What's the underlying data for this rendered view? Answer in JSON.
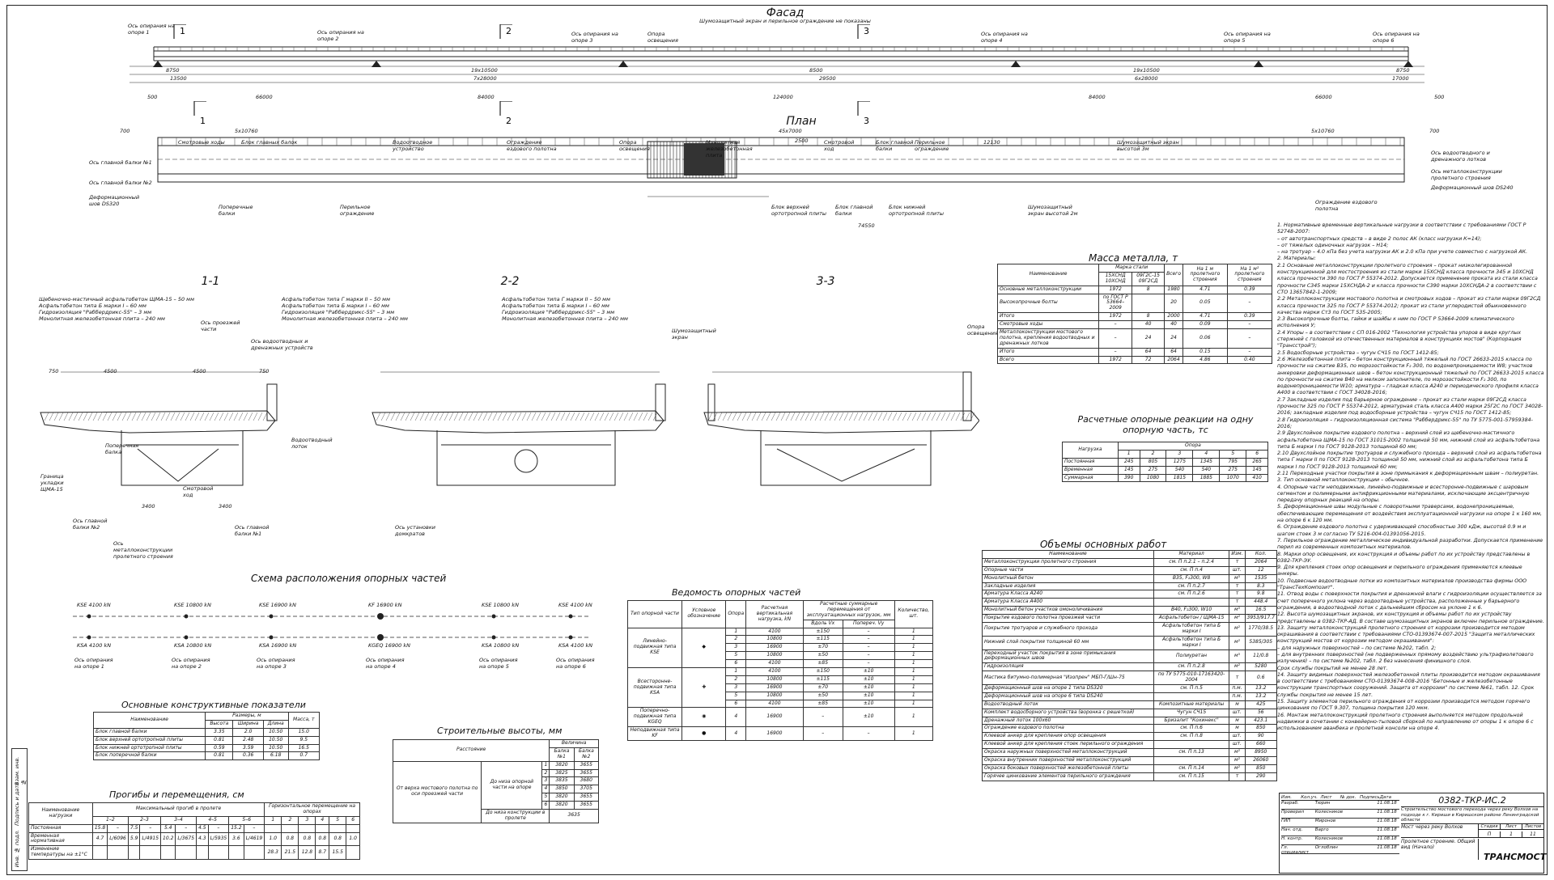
{
  "facade": {
    "title": "Фасад",
    "subtitle": "Шумозащитный экран и перильное ограждение не показаны",
    "support_labels": [
      "Ось опирания на опоре 1",
      "Ось опирания на опоре 2",
      "Ось опирания на опоре 3",
      "Ось опирания на опоре 4",
      "Ось опирания на опоре 5",
      "Ось опирания на опоре 6"
    ],
    "lighting_label": "Опора освещения",
    "dims_row1": [
      "8750",
      "19x10500",
      "8500",
      "19x10500",
      "8750"
    ],
    "dims_row2": [
      "13500",
      "7x28000",
      "29500",
      "6x28000",
      "17000"
    ],
    "dims_row3": [
      "500",
      "66000",
      "84000",
      "124000",
      "84000",
      "66000",
      "500"
    ]
  },
  "plan": {
    "title": "План",
    "dims_top": [
      "700",
      "5x10760",
      "45x7000",
      "2500",
      "12130",
      "5x10760",
      "700"
    ],
    "top_labels": [
      "Смотровые ходы",
      "Блок главных балок",
      "Водоотводное устройство",
      "Ограждение ездового полотна",
      "Опора освещения",
      "Монолитная железобетонная плита",
      "Смотровой ход",
      "Блок главной балки",
      "Перильное ограждение",
      "Шумозащитный экран высотой 3м"
    ],
    "bottom_labels": [
      "Поперечные балки",
      "Перильное ограждение",
      "Блок верхней ортотропной плиты",
      "Блок главной балки",
      "Блок нижней ортотропной плиты",
      "Шумозащитный экран высотой 2м",
      "Ограждение ездового полотна"
    ],
    "left_labels": [
      "Ось главной балки №1",
      "Ось главной балки №2",
      "Деформационный шов DS320"
    ],
    "right_labels": [
      "Ось водоотводного и дренажного лотков",
      "Ось металлоконструкции пролетного строения",
      "Деформационный шов DS240"
    ],
    "total_dim": "74550"
  },
  "sections": {
    "s11": "1-1",
    "s22": "2-2",
    "s33": "3-3",
    "s11_layers": [
      "Щебеночно-мастичный асфальтобетон ЩМА-15 – 50 мм",
      "Асфальтобетон типа Б марки I – 60 мм",
      "Гидроизоляция \"Раббердрикс-55\" – 3 мм",
      "Монолитная железобетонная плита – 240 мм"
    ],
    "s22_layers": [
      "Асфальтобетон типа Г марки II – 50 мм",
      "Асфальтобетон типа Б марки I – 60 мм",
      "Гидроизоляция \"Раббердрикс-55\" – 3 мм",
      "Монолитная железобетонная плита – 240 мм"
    ],
    "s22_layers_right": [
      "Асфальтобетон типа Г марки II – 50 мм",
      "Асфальтобетон типа Б марки I – 60 мм",
      "Гидроизоляция \"Раббердрикс-55\" – 3 мм",
      "Монолитная железобетонная плита – 240 мм"
    ],
    "dims": [
      "750",
      "4500",
      "4500",
      "750",
      "3400",
      "3400"
    ],
    "labels": [
      "Ось проезжей части",
      "Ось водоотводных и дренажных устройств",
      "Смотровой ход",
      "Поперечная балка",
      "Граница укладки ЩМА-15",
      "Ось главной балки №1",
      "Ось главной балки №2",
      "Водоотводный лоток",
      "Ось металлоконструкции пролетного строения",
      "Ось установки домкратов",
      "Шумозащитный экран",
      "Опора освещения"
    ]
  },
  "metal_mass": {
    "title": "Масса металла, т",
    "headers": [
      "Наименование",
      "Марка стали",
      "15ХСНД 10ХСНД",
      "09Г2С-15 09Г2СД",
      "Всего",
      "На 1 м пролетного строения",
      "На 1 м² пролетного строения"
    ],
    "rows": [
      [
        "Основные металлоконструкции",
        "1972",
        "8",
        "1980",
        "4.71",
        "0.39"
      ],
      [
        "Высокопрочные болты",
        "по ГОСТ Р 53664–2009",
        "",
        "20",
        "0.05",
        "–"
      ],
      [
        "Итого",
        "1972",
        "8",
        "2000",
        "4.71",
        "0.39"
      ],
      [
        "Смотровые ходы",
        "–",
        "40",
        "40",
        "0.09",
        "–"
      ],
      [
        "Металлоконструкции мостового полотна, крепления водоотводных и дренажных лотков",
        "–",
        "24",
        "24",
        "0.06",
        "–"
      ],
      [
        "Итого",
        "–",
        "64",
        "64",
        "0.15",
        "–"
      ],
      [
        "Всего",
        "1972",
        "72",
        "2064",
        "4.86",
        "0.40"
      ]
    ]
  },
  "reactions": {
    "title": "Расчетные опорные реакции на одну опорную часть, тс",
    "headers": [
      "Нагрузка",
      "Опора",
      "1",
      "2",
      "3",
      "4",
      "5",
      "6"
    ],
    "rows": [
      [
        "Постоянная",
        "245",
        "805",
        "1275",
        "1345",
        "795",
        "265"
      ],
      [
        "Временная",
        "145",
        "275",
        "540",
        "540",
        "275",
        "145"
      ],
      [
        "Суммарная",
        "390",
        "1080",
        "1815",
        "1885",
        "1070",
        "410"
      ]
    ]
  },
  "scheme": {
    "title": "Схема расположения опорных частей",
    "top": [
      "KSE 4100 kN",
      "KSE 10800 kN",
      "KSE 16900 kN",
      "KF 16900 kN",
      "KSE 10800 kN",
      "KSE 4100 kN"
    ],
    "bottom": [
      "KSA 4100 kN",
      "KSA 10800 kN",
      "KSA 16900 kN",
      "KGEQ 16900 kN",
      "KSA 10800 kN",
      "KSA 4100 kN"
    ],
    "supports": [
      "Ось опирания на опоре 1",
      "Ось опирания на опоре 2",
      "Ось опирания на опоре 3",
      "Ось опирания на опоре 4",
      "Ось опирания на опоре 5",
      "Ось опирания на опоре 6"
    ]
  },
  "main_indicators": {
    "title": "Основные конструктивные показатели",
    "headers": [
      "Наименование",
      "Размеры, м",
      "Высота",
      "Ширина",
      "Длина",
      "Масса, т"
    ],
    "rows": [
      [
        "Блок главной балки",
        "3.35",
        "2.0",
        "10.50",
        "15.0"
      ],
      [
        "Блок верхней ортотропной плиты",
        "0.81",
        "2.48",
        "10.50",
        "9.5"
      ],
      [
        "Блок нижней ортотропной плиты",
        "0.59",
        "3.59",
        "10.50",
        "16.5"
      ],
      [
        "Блок поперечной балки",
        "0.81",
        "0.36",
        "6.18",
        "0.7"
      ]
    ]
  },
  "deflections": {
    "title": "Прогибы и перемещения, см",
    "headers": [
      "Наименование нагрузки",
      "Максимальный прогиб в пролете",
      "1–2",
      "2–3",
      "3–4",
      "4–5",
      "5–6",
      "Горизонтальное перемещение на опорах",
      "1",
      "2",
      "3",
      "4",
      "5",
      "6"
    ],
    "rows": [
      [
        "Постоянная",
        "15.8",
        "–",
        "7.5",
        "–",
        "5.4",
        "–",
        "4.5",
        "–",
        "15.2",
        "–",
        "",
        "",
        "",
        "",
        "",
        ""
      ],
      [
        "Временная нормативная",
        "4.7",
        "L/6096",
        "5.9",
        "L/4915",
        "10.2",
        "L/3675",
        "4.3",
        "L/5935",
        "3.6",
        "L/4619",
        "1.0",
        "0.8",
        "0.8",
        "0.8",
        "0.8",
        "1.0"
      ],
      [
        "Изменение температуры на ±1°C",
        "",
        "",
        "",
        "",
        "",
        "",
        "",
        "",
        "",
        "",
        "28.3",
        "21.5",
        "12.8",
        "8.7",
        "15.5",
        ""
      ]
    ]
  },
  "bearings": {
    "title": "Ведомость опорных частей",
    "headers": [
      "Тип опорной части",
      "Условное обозначение",
      "Опора",
      "Расчетная вертикальная нагрузка, kN",
      "Расчетные суммарные перемещения от эксплуатационных нагрузок, мм",
      "Вдоль Vx",
      "Попереч. Vy",
      "Количество, шт."
    ],
    "groups": [
      {
        "type": "Линейно-подвижная типа KSE",
        "rows": [
          [
            "1",
            "4100",
            "±150",
            "–",
            "1"
          ],
          [
            "2",
            "10800",
            "±115",
            "–",
            "1"
          ],
          [
            "3",
            "16900",
            "±70",
            "–",
            "1"
          ],
          [
            "5",
            "10800",
            "±50",
            "–",
            "1"
          ],
          [
            "6",
            "4100",
            "±85",
            "–",
            "1"
          ]
        ]
      },
      {
        "type": "Всесторонне-подвижная типа KSA",
        "rows": [
          [
            "1",
            "4100",
            "±150",
            "±10",
            "1"
          ],
          [
            "2",
            "10800",
            "±115",
            "±10",
            "1"
          ],
          [
            "3",
            "16900",
            "±70",
            "±10",
            "1"
          ],
          [
            "5",
            "10800",
            "±50",
            "±10",
            "1"
          ],
          [
            "6",
            "4100",
            "±85",
            "±10",
            "1"
          ]
        ]
      },
      {
        "type": "Поперечно-подвижная типа KGEQ",
        "rows": [
          [
            "4",
            "16900",
            "–",
            "±10",
            "1"
          ]
        ]
      },
      {
        "type": "Неподвижная типа KF",
        "rows": [
          [
            "4",
            "16900",
            "–",
            "–",
            "1"
          ]
        ]
      }
    ]
  },
  "heights": {
    "title": "Строительные высоты, мм",
    "headers": [
      "Расстояние",
      "Величина",
      "Балка №1",
      "Балка №2"
    ],
    "left": "От верха мостового полотна по оси проезжей части",
    "mid": "До низа опорной части на опоре",
    "bottom": "До низа конструкции в пролете",
    "rows": [
      [
        "1",
        "3820",
        "3655"
      ],
      [
        "2",
        "3825",
        "3655"
      ],
      [
        "3",
        "3835",
        "3680"
      ],
      [
        "4",
        "3850",
        "3705"
      ],
      [
        "5",
        "3820",
        "3655"
      ],
      [
        "6",
        "3820",
        "3655"
      ]
    ],
    "last": "3635"
  },
  "works": {
    "title": "Объемы основных работ",
    "headers": [
      "Наименование",
      "Материал",
      "Изм.",
      "Кол."
    ],
    "rows": [
      [
        "Металлоконструкции пролетного строения",
        "см. П п.2.1 – п.2.4",
        "т",
        "2064"
      ],
      [
        "Опорные части",
        "см. П п.4",
        "шт.",
        "12"
      ],
      [
        "Монолитный бетон",
        "В35, F₂300, W8",
        "м³",
        "1535"
      ],
      [
        "Закладные изделия",
        "см. П п.2.7",
        "т",
        "8.3"
      ],
      [
        "Арматура Класса А240",
        "см. П п.2.6",
        "т",
        "9.8"
      ],
      [
        "Арматура Класса А400",
        "",
        "т",
        "448.4"
      ],
      [
        "Монолитный бетон участков омоноличивания",
        "В40, F₂300, W10",
        "м³",
        "16.5"
      ],
      [
        "Покрытие ездового полотна проезжей части",
        "Асфальтобетон / ЩМА-15",
        "м²",
        "3953/917.7"
      ],
      [
        "Покрытие тротуаров и служебного прохода",
        "Асфальтобетон типа Б марки I",
        "м²",
        "1770/38.5"
      ],
      [
        "Нижний слой покрытия толщиной 60 мм",
        "Асфальтобетон типа Б марки I",
        "м²",
        "5385/305"
      ],
      [
        "Переходный участок покрытия в зоне примыкания деформационных швов",
        "Полиуретан",
        "м³",
        "11/0.8"
      ],
      [
        "Гидроизоляция",
        "см. П п.2.8",
        "м²",
        "5280"
      ],
      [
        "Мастика битумно-полимерная \"Изопрен\" МБП-Г/Шн-75",
        "по ТУ 5775-010-17163420-2004",
        "т",
        "0.6"
      ],
      [
        "Деформационный шов на опоре 1 типа DS320",
        "см. П п.5",
        "п.м.",
        "13.2"
      ],
      [
        "Деформационный шов на опоре 6 типа DS240",
        "",
        "п.м.",
        "13.2"
      ],
      [
        "Водоотводный лоток",
        "Композитные материалы",
        "м",
        "425"
      ],
      [
        "Комплект водосборного устройства (воронка с решеткой)",
        "Чугун СЧ15",
        "шт.",
        "56"
      ],
      [
        "Дренажный лоток 100х60",
        "Бризалит \"Кохинекс\"",
        "м",
        "423.1"
      ],
      [
        "Ограждение ездового полотна",
        "см. П п.6",
        "м",
        "850"
      ],
      [
        "Клеевой анкер для крепления опор освещения",
        "см. П п.8",
        "шт.",
        "90"
      ],
      [
        "Клеевой анкер для крепления стоек перильного ограждения",
        "",
        "шт.",
        "660"
      ],
      [
        "Окраска наружных поверхностей металлоконструкций",
        "см. П п.13",
        "м²",
        "8950"
      ],
      [
        "Окраска внутренних поверхностей металлоконструкций",
        "",
        "м²",
        "26060"
      ],
      [
        "Окраска боковых поверхностей железобетонной плиты",
        "см. П п.14",
        "м²",
        "850"
      ],
      [
        "Горячее цинкование элементов перильного ограждения",
        "см. П п.15",
        "т",
        "290"
      ]
    ]
  },
  "notes": [
    "1. Нормативные временные вертикальные нагрузки в соответствии с требованиями ГОСТ Р 52748-2007:",
    "– от автотранспортных средств – в виде 2 полос АК (класс нагрузки К=14);",
    "– от тяжелых одиночных нагрузок – Н14;",
    "– на тротуар – 4.0 кПа без учета нагрузки АК и 2.0 кПа при учете совместно с нагрузкой АК.",
    "2. Материалы:",
    "2.1 Основные металлоконструкции пролетного строения – прокат низколегированной конструкционной для мостостроения из стали марки 15ХСНД класса прочности 345 и 10ХСНД класса прочности 390 по ГОСТ Р 55374-2012. Допускается применение проката из стали класса прочности С345 марки 15ХСНДА-2 и класса прочности С390 марки 10ХСНДА-2 в соответствии с СТО 13657842-1-2009;",
    "2.2 Металлоконструкции мостового полотна и смотровых ходов – прокат из стали марки 09Г2СД класса прочности 325 по ГОСТ Р 55374-2012; прокат из стали углеродистой обыкновенного качества марки Ст3 по ГОСТ 535-2005;",
    "2.3 Высокопрочные болты, гайки и шайбы к ним по ГОСТ Р 53664-2009 климатического исполнения У;",
    "2.4 Упоры – в соответствии с СП 016-2002 \"Технология устройства упоров в виде круглых стержней с головкой из отечественных материалов в конструкциях мостов\" (Корпорация \"Трансстрой\");",
    "2.5 Водосборные устройства – чугун СЧ15 по ГОСТ 1412-85;",
    "2.6 Железобетонная плита – бетон конструкционный тяжелый по ГОСТ 26633-2015 класса по прочности на сжатие В35, по морозостойкости F₂ 300, по водонепроницаемости W8; участков анкеровки деформационных швов – бетон конструкционный тяжелый по ГОСТ 26633-2015 класса по прочности на сжатие В40 на мелком заполнителе, по морозостойкости F₂ 300, по водонепроницаемости W10; арматура – гладкая класса А240 и периодического профиля класса А400 в соответствии с ГОСТ 34028-2016;",
    "2.7 Закладные изделия под барьерное ограждение – прокат из стали марки 09Г2СД класса прочности 325 по ГОСТ Р 55374-2012, арматурная сталь класса А400 марки 25Г2С по ГОСТ 34028-2016; закладные изделия под водосборные устройства – чугун СЧ15 по ГОСТ 1412-85;",
    "2.8 Гидроизоляция – гидроизоляционная система \"Раббердрикс-55\" по ТУ 5775-001-57959384-2016;",
    "2.9 Двухслойное покрытие ездового полотна – верхний слой из щебеночно-мастичного асфальтобетона ЩМА-15 по ГОСТ 31015-2002 толщиной 50 мм, нижний слой из асфальтобетона типа Б марки I по ГОСТ 9128-2013 толщиной 60 мм;",
    "2.10 Двухслойное покрытие тротуаров и служебного прохода – верхний слой из асфальтобетона типа Г марки II по ГОСТ 9128-2013 толщиной 50 мм, нижний слой из асфальтобетона типа Б марки I по ГОСТ 9128-2013 толщиной 60 мм;",
    "2.11 Переходные участки покрытия в зоне примыкания к деформационным швам – полиуретан.",
    "3. Тип основной металлоконструкции – обычное.",
    "4. Опорные части неподвижные, линейно-подвижные и всесторонне-подвижные с шаровым сегментом и полимерными антифрикционными материалами, исключающие эксцентричную передачу опорных реакций на опоры.",
    "5. Деформационные швы модульные с поворотными траверсами, водонепроницаемые, обеспечивающие перемещения от воздействия эксплуатационной нагрузки на опоре 1 к 160 мм, на опоре 6 к 120 мм.",
    "6. Ограждение ездового полотна с удерживающей способностью 300 кДж, высотой 0.9 м и шагом стоек 3 м согласно ТУ 5216-004-01391056-2015.",
    "7. Перильное ограждение металлическое индивидуальной разработки. Допускается применение перил из современных композитных материалов.",
    "8. Марки опор освещения, их конструкция и объемы работ по их устройству представлены в 0382-ТКР-ЭУ.",
    "9. Для крепления стоек опор освещения и перильного ограждения применяются клеевые анкеры.",
    "10. Подвесные водоотводные лотки из композитных материалов производства фирмы ООО \"ТрансТехКомпозит\".",
    "11. Отвод воды с поверхности покрытия и дренажной влаги с гидроизоляции осуществляется за счет поперечного уклона через водоотводные устройства, расположенные у барьерного ограждения, в водоотводной лоток с дальнейшим сбросом на уклоне 1 к 6.",
    "12. Высота шумозащитных экранов, их конструкция и объемы работ по их устройству представлены в 0382-ТКР-АД. В составе шумозащитных экранов включен перильное ограждение.",
    "13. Защиту металлоконструкций пролетного строения от коррозии производится методом окрашивания в соответствии с требованиями СТО-01393674-007-2015 \"Защита металлических конструкций мостов от коррозии методом окрашивания\":",
    "– для наружных поверхностей – по системе №202, табл. 2;",
    "– для внутренних поверхностей (не подверженных прямому воздействию ультрафиолетового излучения) – по системе №202, табл. 2 без нанесения финишного слоя.",
    "Срок службы покрытий не менее 28 лет.",
    "14. Защиту видимых поверхностей железобетонной плиты производится методом окрашивания в соответствии с требованиями СТО-01393674-008-2016 \"Бетонные и железобетонные конструкции транспортных сооружений. Защита от коррозии\" по системе №61, табл. 12. Срок службы покрытия не менее 15 лет.",
    "15. Защиту элементов перильного ограждения от коррозии производится методом горячего цинкования по ГОСТ 9.307, толщина покрытия 120 мкм.",
    "16. Монтаж металлоконструкций пролетного строения выполняется методом продольной надвижки в сочетании с конвейерно-тыловой сборкой по направлению от опоры 1 к опоре 6 с использованием аванбека и пролетной консоли на опоре 4."
  ],
  "stamp": {
    "code": "0382-ТКР-ИС.2",
    "object": "Строительство мостового перехода через реку Волхов на подходе к г. Кириши в Киришском районе Ленинградской области",
    "bridge": "Мост через реку Волхов",
    "sheet_title": "Пролетное строение. Общий вид (Начало)",
    "stage": "П",
    "sheet": "1",
    "sheets": "11",
    "company": "ТРАНСМОСТ",
    "roles": [
      "Разраб.",
      "Проверил",
      "ГИП",
      "Нач. отд.",
      "Н. контр.",
      "Гл. специалист"
    ],
    "names": [
      "Тюрин",
      "Колесников",
      "Миронов",
      "Варго",
      "Колесников",
      "Оглоблин"
    ],
    "date": "11.08.18",
    "col_headers": [
      "Изм.",
      "Кол.уч.",
      "Лист",
      "№ док.",
      "Подпись",
      "Дата"
    ],
    "col_stage": [
      "Стадия",
      "Лист",
      "Листов"
    ]
  },
  "left_side": {
    "inv": "Инв. № подл.",
    "sign": "Подпись и дата",
    "vzam": "Взам. инв. №"
  }
}
